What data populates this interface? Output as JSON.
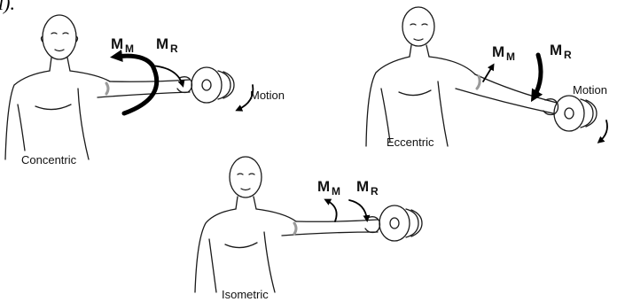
{
  "top_fragment": "l).",
  "panels": [
    {
      "caption": "Concentric",
      "muscle_moment": {
        "symbol": "M",
        "subscript": "M"
      },
      "resistance_moment": {
        "symbol": "M",
        "subscript": "R"
      },
      "motion_label": "Motion"
    },
    {
      "caption": "Eccentric",
      "muscle_moment": {
        "symbol": "M",
        "subscript": "M"
      },
      "resistance_moment": {
        "symbol": "M",
        "subscript": "R"
      },
      "motion_label": "Motion"
    },
    {
      "caption": "Isometric",
      "muscle_moment": {
        "symbol": "M",
        "subscript": "M"
      },
      "resistance_moment": {
        "symbol": "M",
        "subscript": "R"
      }
    }
  ],
  "colors": {
    "line": "#1a1a1a",
    "arrow": "#000000",
    "shading": "#9a9a9a"
  }
}
